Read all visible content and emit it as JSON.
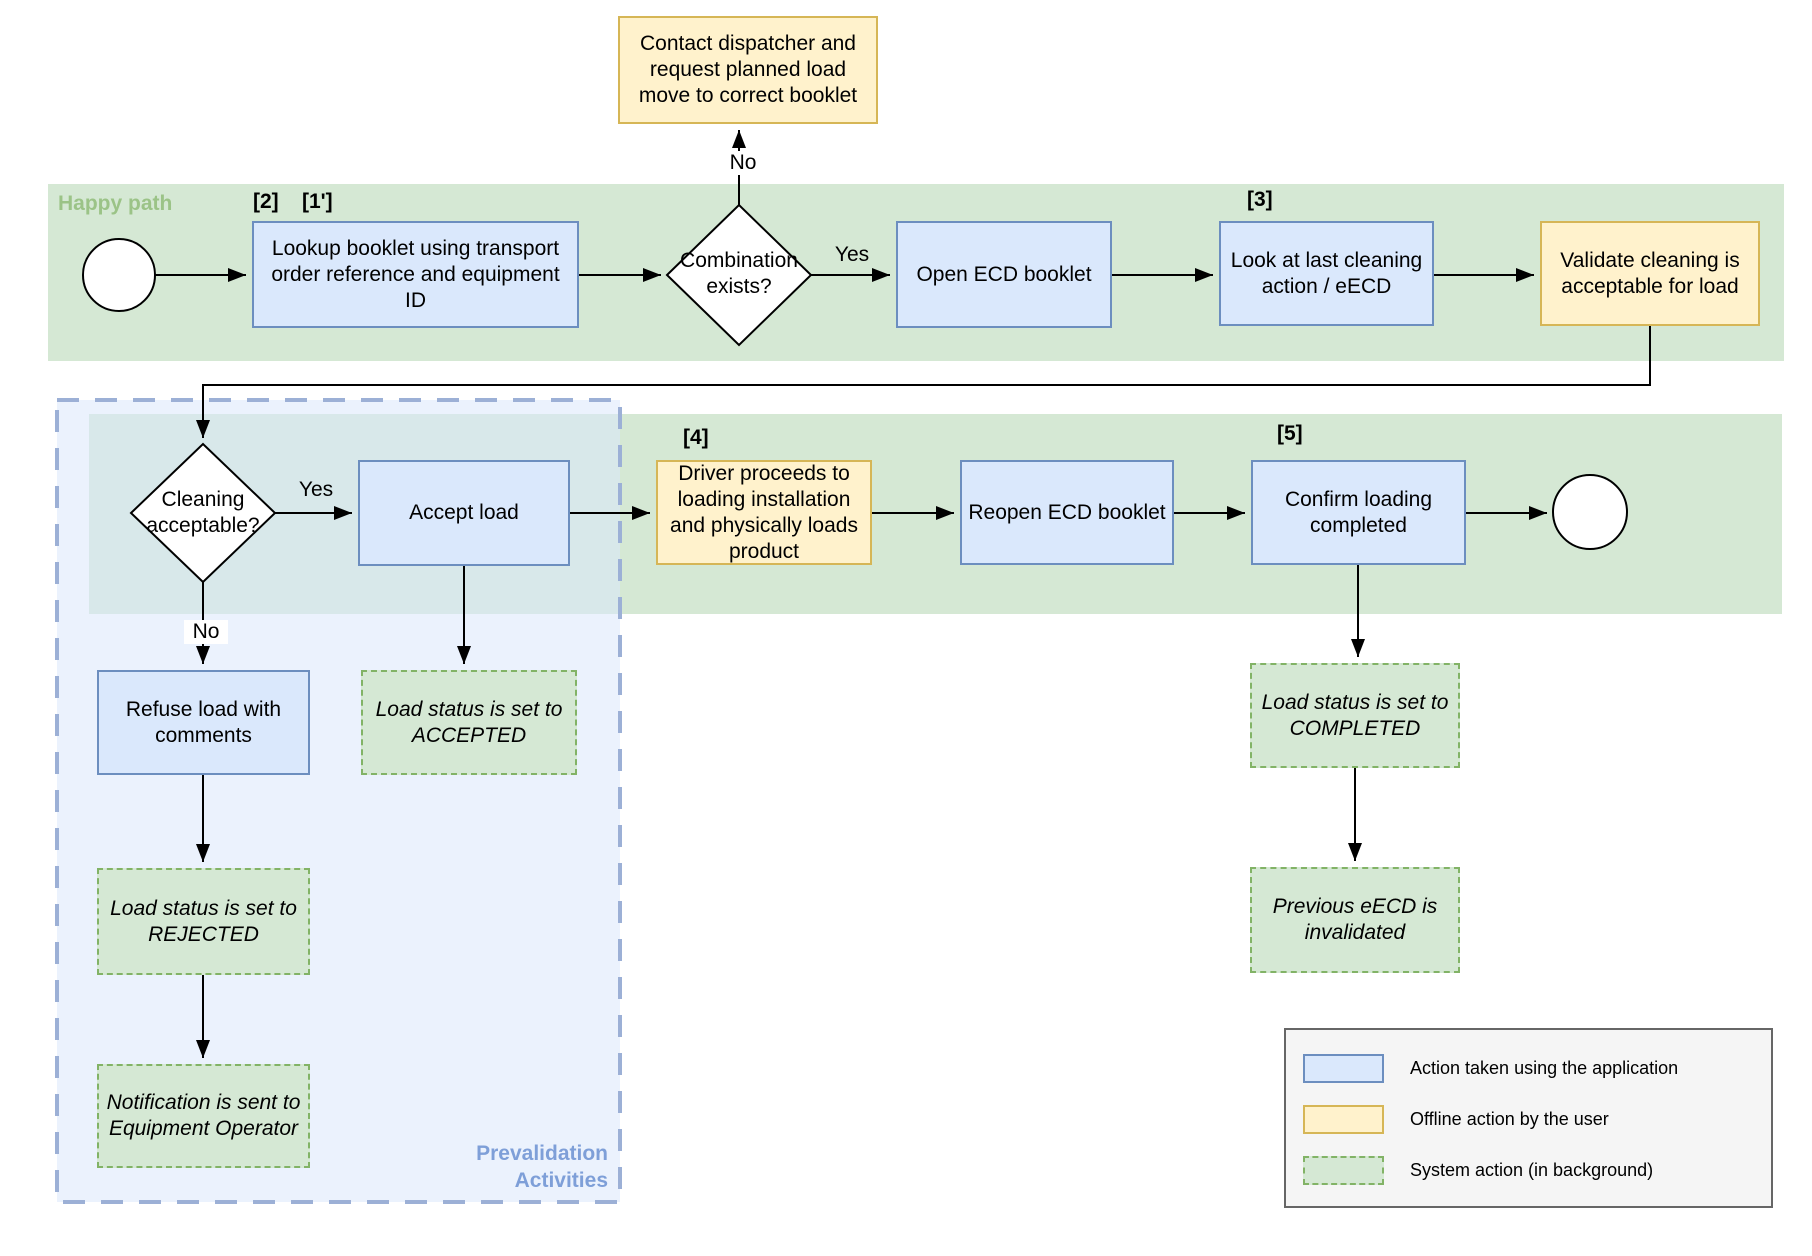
{
  "bands": {
    "happy_path_label": "Happy path"
  },
  "region": {
    "label_line1": "Prevalidation",
    "label_line2": "Activities"
  },
  "steps": {
    "s2": "[2]",
    "s1p": "[1']",
    "s3": "[3]",
    "s4": "[4]",
    "s5": "[5]"
  },
  "edges": {
    "no_top": "No",
    "yes_top": "Yes",
    "yes_mid": "Yes",
    "no_mid": "No"
  },
  "nodes": {
    "contact_dispatcher": "Contact dispatcher and request planned load move to correct booklet",
    "lookup_booklet": "Lookup booklet using transport order reference and equipment ID",
    "combination_exists": "Combination exists?",
    "open_ecd": "Open ECD booklet",
    "look_last_cleaning": "Look at last cleaning action / eECD",
    "validate_cleaning": "Validate cleaning is acceptable for load",
    "cleaning_acceptable": "Cleaning acceptable?",
    "accept_load": "Accept load",
    "driver_proceeds": "Driver proceeds to loading installation and physically loads product",
    "reopen_ecd": "Reopen ECD booklet",
    "confirm_loading": "Confirm loading completed",
    "refuse_load": "Refuse load with comments",
    "status_accepted": "Load status is set to ACCEPTED",
    "status_rejected": "Load status is set to REJECTED",
    "notification_sent": "Notification is sent to Equipment Operator",
    "status_completed": "Load status is set to COMPLETED",
    "previous_eecd": "Previous eECD is invalidated"
  },
  "legend": {
    "items": [
      {
        "type": "app-action",
        "label": "Action taken using the application"
      },
      {
        "type": "offline-action",
        "label": "Offline action by the user"
      },
      {
        "type": "system-action",
        "label": "System action (in background)"
      }
    ]
  },
  "colors": {
    "app_action_fill": "#dae8fc",
    "app_action_stroke": "#6c8ebf",
    "offline_action_fill": "#fff2cc",
    "offline_action_stroke": "#d6b656",
    "system_action_fill": "#d5e8d4",
    "system_action_stroke": "#82b366",
    "band_fill": "#d5e8d4",
    "happy_path_label": "#9bc387",
    "prevalidation_region_stroke": "#9cb0d6",
    "prevalidation_label": "#7e9fd8",
    "connector": "#000000",
    "legend_background": "#f5f5f5"
  }
}
